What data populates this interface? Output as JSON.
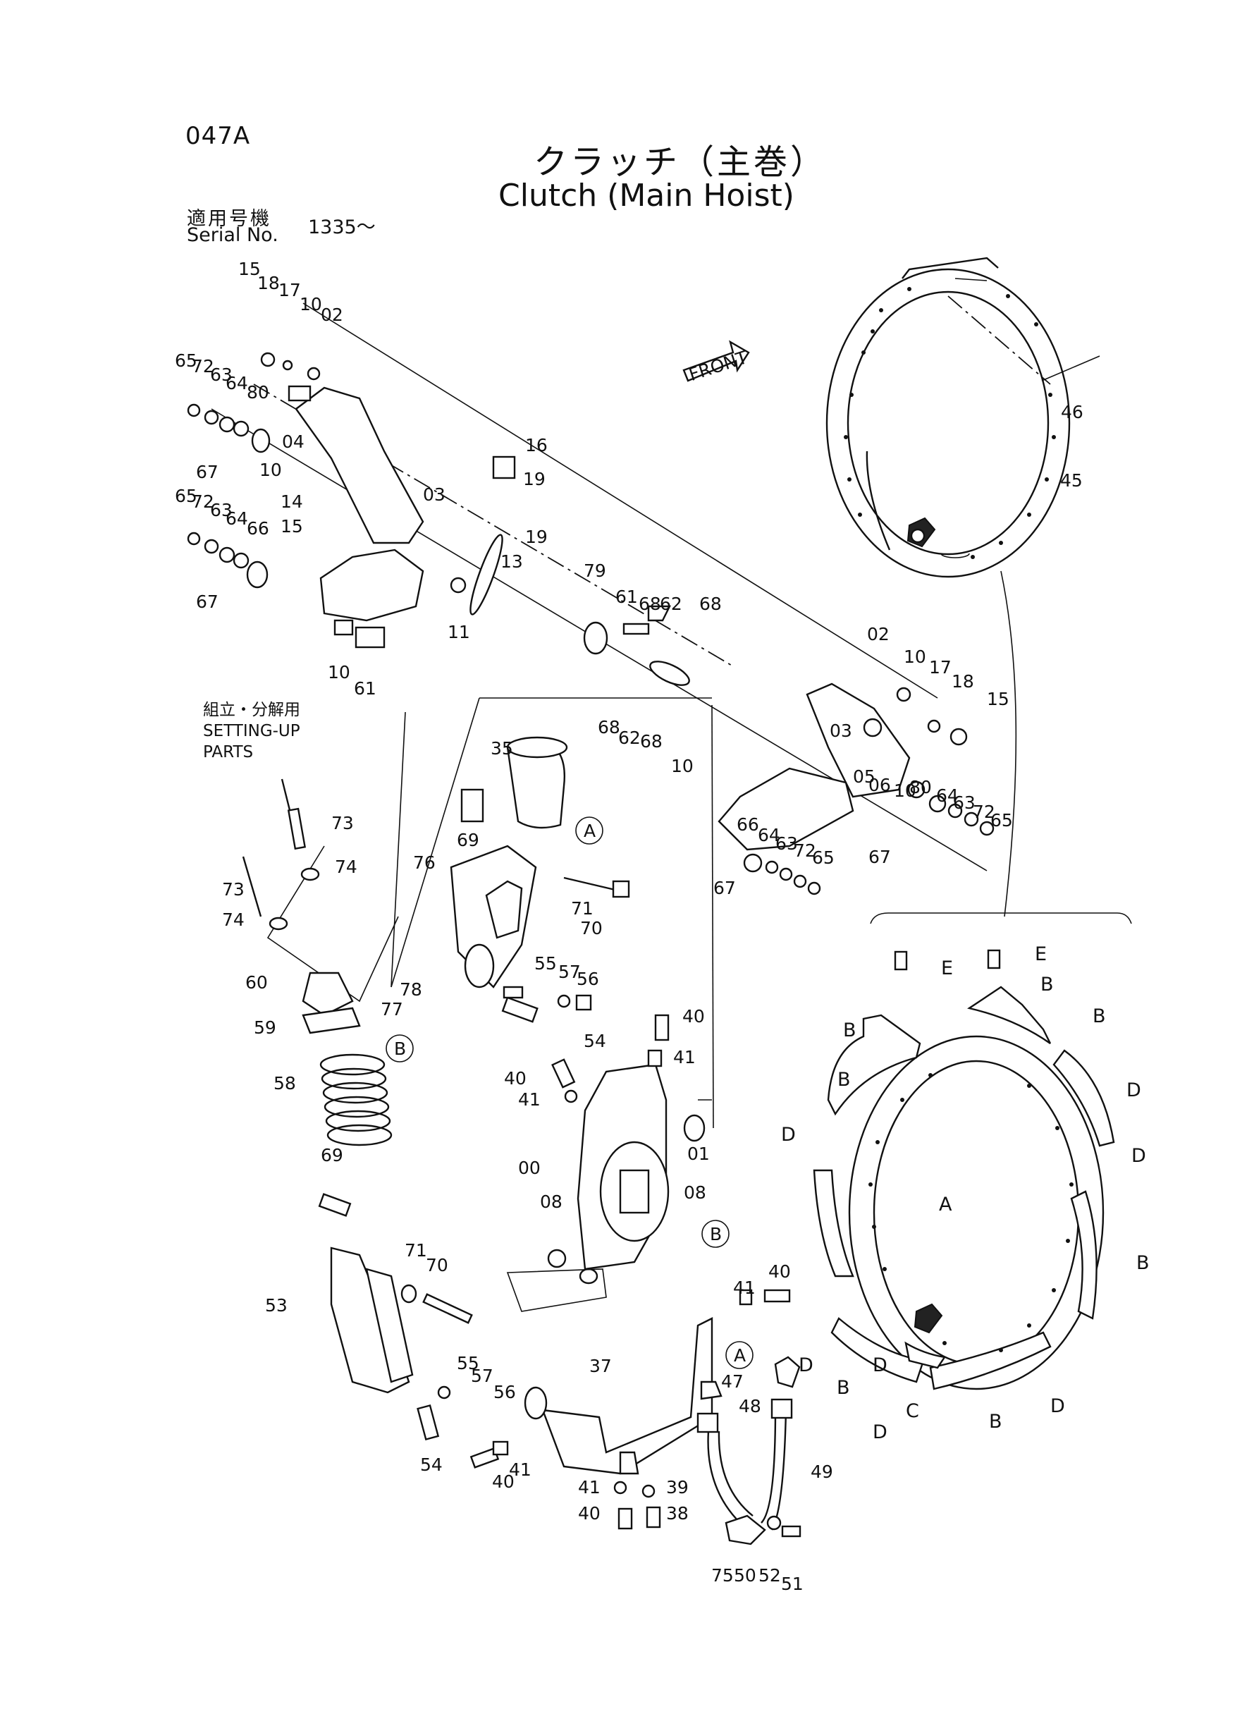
{
  "header": {
    "page_code": "047A",
    "title_jp": "クラッチ（主巻）",
    "title_en": "Clutch (Main Hoist)",
    "serial_label_jp": "適用号機",
    "serial_label_en": "Serial No.",
    "serial_value": "1335～"
  },
  "setting_up_note": {
    "jp": "組立・分解用",
    "en_line1": "SETTING-UP",
    "en_line2": "PARTS"
  },
  "front_arrow_label": "FRONT",
  "part_labels": [
    "15",
    "18",
    "17",
    "10",
    "02",
    "65",
    "72",
    "63",
    "64",
    "80",
    "04",
    "67",
    "10",
    "14",
    "15",
    "03",
    "65",
    "72",
    "63",
    "64",
    "66",
    "67",
    "10",
    "61",
    "11",
    "13",
    "19",
    "16",
    "19",
    "79",
    "61",
    "68",
    "62",
    "68",
    "02",
    "10",
    "17",
    "18",
    "15",
    "68",
    "62",
    "68",
    "10",
    "03",
    "05",
    "06",
    "10",
    "80",
    "64",
    "63",
    "72",
    "65",
    "66",
    "64",
    "63",
    "72",
    "65",
    "67",
    "67",
    "45",
    "46",
    "35",
    "69",
    "76",
    "71",
    "70",
    "73",
    "74",
    "73",
    "74",
    "60",
    "59",
    "58",
    "78",
    "77",
    "55",
    "57",
    "56",
    "54",
    "40",
    "41",
    "40",
    "41",
    "00",
    "01",
    "08",
    "08",
    "69",
    "71",
    "70",
    "53",
    "55",
    "57",
    "56",
    "54",
    "40",
    "41",
    "41",
    "40",
    "37",
    "47",
    "48",
    "49",
    "41",
    "39",
    "40",
    "38",
    "75",
    "50",
    "52",
    "51"
  ],
  "view_letters": [
    "A",
    "A",
    "B",
    "B",
    "A"
  ],
  "lining_labels": [
    "E",
    "E",
    "B",
    "B",
    "B",
    "B",
    "D",
    "D",
    "D",
    "A",
    "B",
    "D",
    "D",
    "B",
    "C",
    "D",
    "B",
    "D"
  ]
}
